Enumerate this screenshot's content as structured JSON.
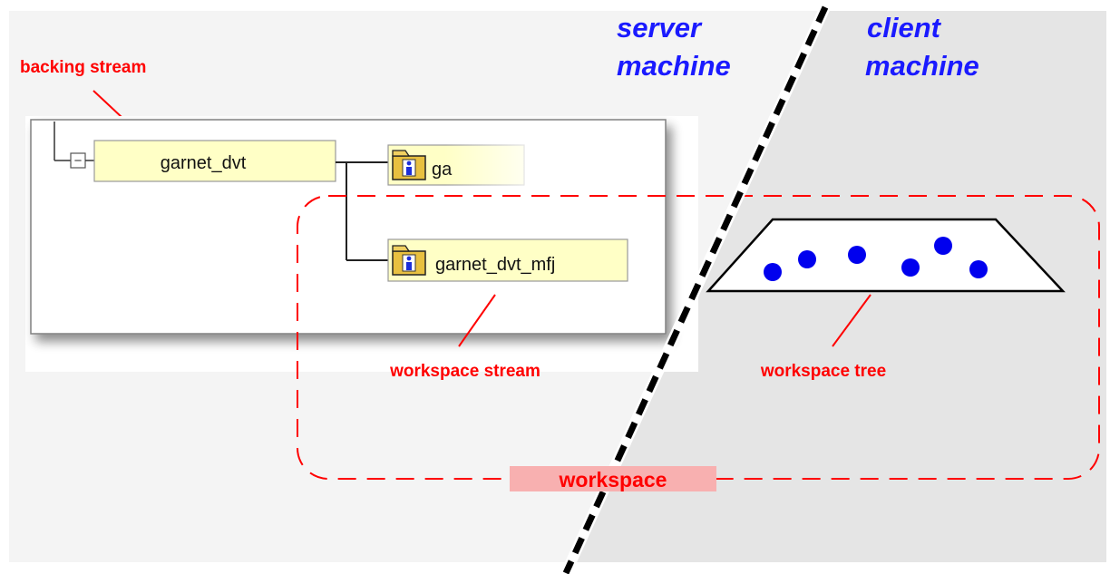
{
  "labels": {
    "server_machine": [
      "server",
      "machine"
    ],
    "client_machine": [
      "client",
      "machine"
    ],
    "backing_stream": "backing stream",
    "workspace_stream": "workspace stream",
    "workspace_tree": "workspace tree",
    "workspace": "workspace"
  },
  "tree": {
    "root": {
      "label": "garnet_dvt",
      "expander": "−"
    },
    "children": [
      {
        "label": "ga",
        "icon": "stream-folder-icon"
      },
      {
        "label": "garnet_dvt_mfj",
        "icon": "stream-folder-icon"
      }
    ]
  },
  "colors": {
    "machine_label": "#1a1aff",
    "annotation": "#ff0000",
    "client_bg": "#e5e5e5",
    "server_bg": "#f4f4f4",
    "node_fill": "#ffffc6",
    "dot": "#0000ee",
    "workspace_badge": "#f8b0b0"
  }
}
